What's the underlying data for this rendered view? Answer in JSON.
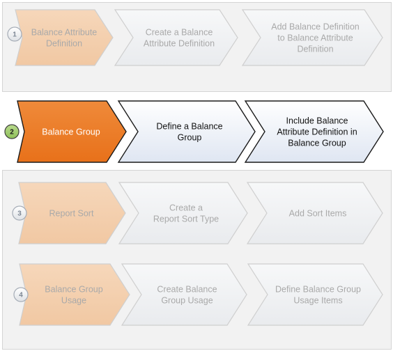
{
  "colors": {
    "active_start": "#e8711a",
    "active_task": "#dfe6f2",
    "inactive_start": "#f1c8a3",
    "inactive_task": "#e9ebee",
    "active_badge": "#8fc05a"
  },
  "rows": [
    {
      "step": "1",
      "active": false,
      "chevrons": [
        {
          "lines": [
            "Balance Attribute",
            "Definition"
          ]
        },
        {
          "lines": [
            "Create a Balance",
            "Attribute Definition"
          ]
        },
        {
          "lines": [
            "Add Balance Definition",
            "to Balance Attribute",
            "Definition"
          ]
        }
      ]
    },
    {
      "step": "2",
      "active": true,
      "chevrons": [
        {
          "lines": [
            "Balance Group"
          ]
        },
        {
          "lines": [
            "Define a Balance",
            "Group"
          ]
        },
        {
          "lines": [
            "Include Balance",
            "Attribute Definition in",
            "Balance Group"
          ]
        }
      ]
    },
    {
      "step": "3",
      "active": false,
      "chevrons": [
        {
          "lines": [
            "Report Sort"
          ]
        },
        {
          "lines": [
            "Create a",
            "Report Sort Type"
          ]
        },
        {
          "lines": [
            "Add Sort Items"
          ]
        }
      ]
    },
    {
      "step": "4",
      "active": false,
      "chevrons": [
        {
          "lines": [
            "Balance Group",
            "Usage"
          ]
        },
        {
          "lines": [
            "Create Balance",
            "Group Usage"
          ]
        },
        {
          "lines": [
            "Define Balance Group",
            "Usage Items"
          ]
        }
      ]
    }
  ]
}
